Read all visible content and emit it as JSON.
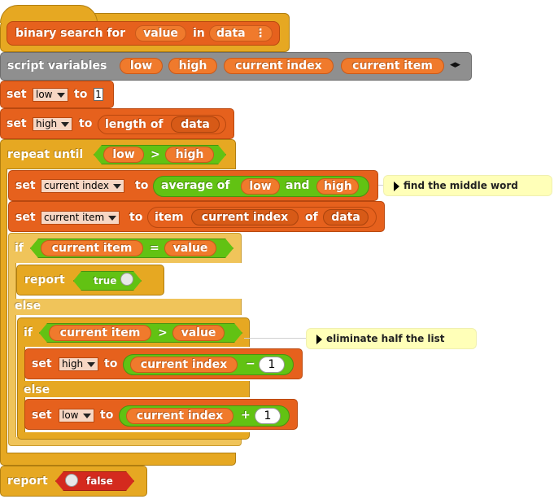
{
  "hat": {
    "prefix": "binary search for",
    "param1": "value",
    "mid": "in",
    "param2": "data",
    "param2_suffix": "⋮"
  },
  "script_vars": {
    "label": "script variables",
    "vars": [
      "low",
      "high",
      "current index",
      "current item"
    ],
    "arrows": "◂▸"
  },
  "set_low": {
    "set": "set",
    "var": "low",
    "to": "to",
    "value": "1"
  },
  "set_high": {
    "set": "set",
    "var": "high",
    "to": "to",
    "fn": "length of",
    "arg": "data"
  },
  "repeat": {
    "label": "repeat until",
    "left": "low",
    "op": ">",
    "right": "high"
  },
  "set_ci": {
    "set": "set",
    "var": "current index",
    "to": "to",
    "fn": "average of",
    "a": "low",
    "and": "and",
    "b": "high",
    "comment": "find the middle word"
  },
  "set_citem": {
    "set": "set",
    "var": "current item",
    "to": "to",
    "fn": "item",
    "a": "current index",
    "of": "of",
    "b": "data"
  },
  "if1": {
    "if": "if",
    "left": "current item",
    "op": "=",
    "right": "value",
    "report": "report",
    "bool": "true",
    "else": "else"
  },
  "if2": {
    "if": "if",
    "left": "current item",
    "op": ">",
    "right": "value",
    "comment": "eliminate half the list",
    "else": "else"
  },
  "set_high2": {
    "set": "set",
    "var": "high",
    "to": "to",
    "a": "current index",
    "op": "−",
    "b": "1"
  },
  "set_low2": {
    "set": "set",
    "var": "low",
    "to": "to",
    "a": "current index",
    "op": "+",
    "b": "1"
  },
  "final": {
    "report": "report",
    "bool": "false"
  }
}
